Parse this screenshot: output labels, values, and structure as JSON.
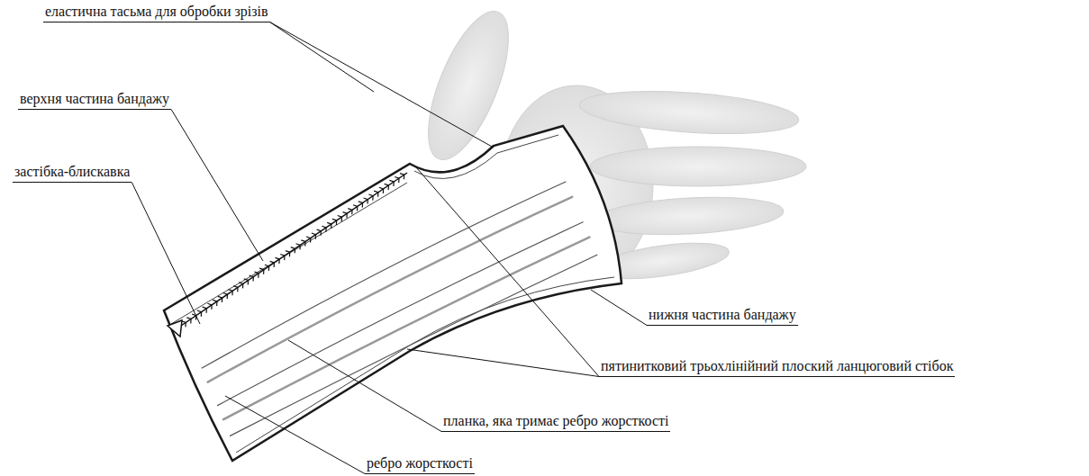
{
  "diagram": {
    "labels": [
      "еластична тасьма для обробки зрізів",
      "верхня частина бандажу",
      "застібка-блискавка",
      "нижня частина бандажу",
      "пятинитковий трьохлінійний плоский ланцюговий стібок",
      "планка, яка тримає ребро жорсткості",
      "ребро жорсткості"
    ]
  }
}
